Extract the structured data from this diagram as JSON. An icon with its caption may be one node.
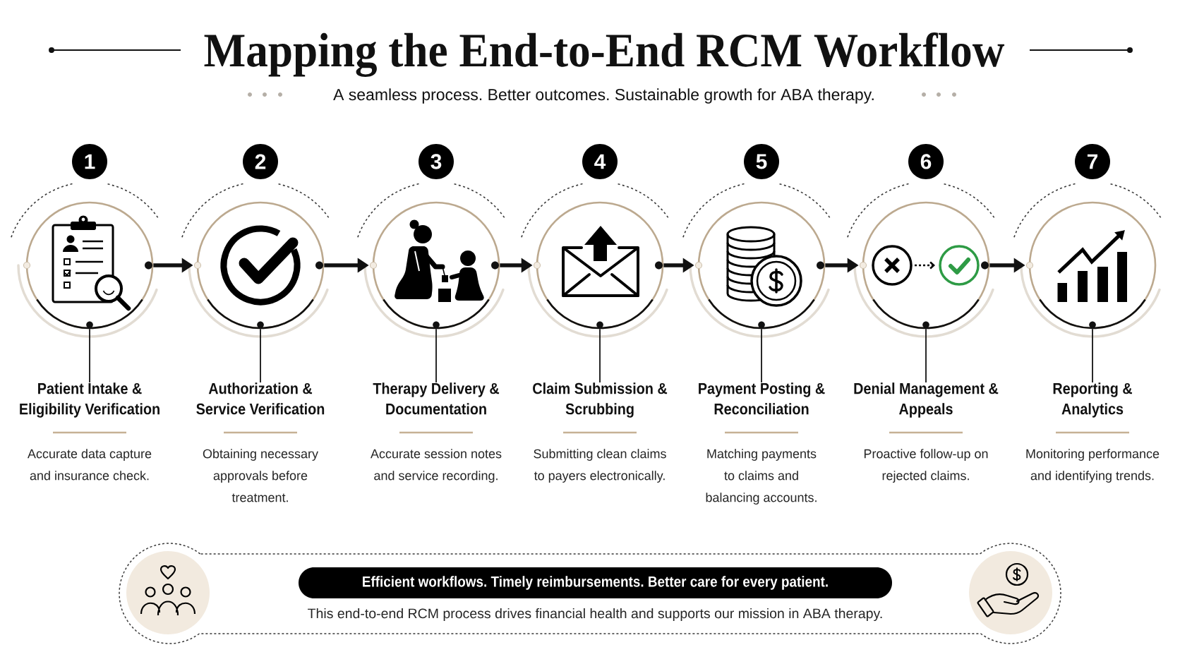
{
  "diagram": {
    "title": "Mapping the End-to-End RCM Workflow",
    "nodes": [
      {
        "text": [
          "1"
        ]
      },
      {
        "text": [],
        "shape": "circle"
      },
      {
        "text": [
          "Patient Intake & Eligibility Verification",
          "Accurate data capture and insurance check."
        ]
      },
      {
        "text": [
          "2"
        ]
      },
      {
        "text": [],
        "shape": "circle"
      },
      {
        "text": [
          "Authorization & Service Verification",
          "Obtaining necessary approvals before treatment."
        ]
      },
      {
        "text": [
          "3"
        ]
      },
      {
        "text": [],
        "shape": "circle"
      },
      {
        "text": [
          "Therapy Delivery & Documentation",
          "Accurate session notes and service recording."
        ]
      },
      {
        "text": [
          "4"
        ]
      },
      {
        "text": [],
        "shape": "circle"
      },
      {
        "text": [
          "Claim Submission & Scrubbing",
          "Submitting clean claims to payers electronically."
        ]
      },
      {
        "text": [
          "5"
        ]
      },
      {
        "text": [],
        "shape": "circle"
      },
      {
        "text": [
          "Payment Posting & Reconciliation",
          "Matching payments to claims and balancing accounts."
        ]
      },
      {
        "text": [
          "6"
        ]
      },
      {
        "text": [],
        "shape": "circle"
      },
      {
        "text": [
          "Denial Management & Appeals",
          "Proactive follow-up on rejected claims."
        ]
      },
      {
        "text": [
          "7"
        ]
      },
      {
        "text": [],
        "shape": "circle"
      },
      {
        "text": [
          "Reporting & Analytics",
          "Monitoring performance and identifying trends."
        ]
      },
      {
        "text": [
          "This end-to-end RCM process drives financial health and supports our mission in ABA therapy."
        ]
      },
      {
        "text": [
          "Efficient workflows. Timely reimbursements. Better care for every patient."
        ],
        "in": 21
      }
    ],
    "edges": [
      {
        "from": 1,
        "to": 4,
        "arrow": "to",
        "style": "thick"
      },
      {
        "from": 4,
        "to": 7,
        "arrow": "to",
        "style": "thick"
      },
      {
        "from": 7,
        "to": 10,
        "arrow": "to",
        "style": "thick"
      },
      {
        "from": 10,
        "to": 13,
        "arrow": "to",
        "style": "thick"
      },
      {
        "from": 13,
        "to": 16,
        "arrow": "to",
        "style": "thick"
      },
      {
        "from": 16,
        "to": 19,
        "arrow": "to",
        "style": "thick"
      },
      {
        "from": 1,
        "to": 2,
        "arrow": "none"
      },
      {
        "from": 4,
        "to": 5,
        "arrow": "none"
      },
      {
        "from": 7,
        "to": 8,
        "arrow": "none"
      },
      {
        "from": 10,
        "to": 11,
        "arrow": "none"
      },
      {
        "from": 13,
        "to": 14,
        "arrow": "none"
      },
      {
        "from": 16,
        "to": 17,
        "arrow": "none"
      },
      {
        "from": 19,
        "to": 20,
        "arrow": "none"
      }
    ],
    "labels": [
      "A seamless process. Better outcomes. Sustainable growth for ABA therapy."
    ]
  }
}
